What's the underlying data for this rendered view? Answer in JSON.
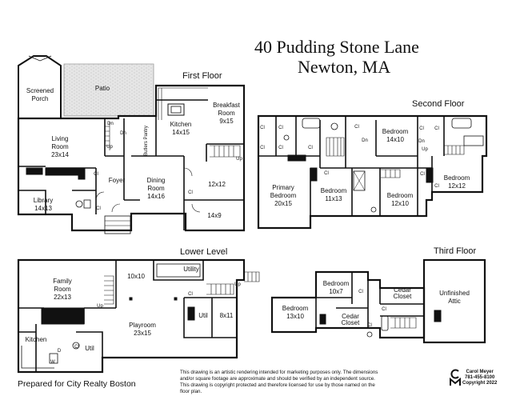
{
  "title": {
    "line1": "40 Pudding Stone Lane",
    "line2": "Newton, MA"
  },
  "floors": {
    "first": "First Floor",
    "second": "Second Floor",
    "lower": "Lower Level",
    "third": "Third Floor"
  },
  "rooms": {
    "screened_porch": [
      "Screened",
      "Porch"
    ],
    "patio": [
      "Patio"
    ],
    "living_room": [
      "Living",
      "Room",
      "23x14"
    ],
    "library": [
      "Library",
      "14x13"
    ],
    "foyer": [
      "Foyer"
    ],
    "dining_room": [
      "Dining",
      "Room",
      "14x16"
    ],
    "kitchen": [
      "Kitchen",
      "14x15"
    ],
    "breakfast_room": [
      "Breakfast",
      "Room",
      "9x15"
    ],
    "butlers_pantry": "Butlers Pantry",
    "room_12x12": [
      "12x12"
    ],
    "room_14x9": [
      "14x9"
    ],
    "primary_bedroom": [
      "Primary",
      "Bedroom",
      "20x15"
    ],
    "bedroom_11x13": [
      "Bedroom",
      "11x13"
    ],
    "bedroom_12x10": [
      "Bedroom",
      "12x10"
    ],
    "bedroom_14x10": [
      "Bedroom",
      "14x10"
    ],
    "bedroom_12x12": [
      "Bedroom",
      "12x12"
    ],
    "family_room": [
      "Family",
      "Room",
      "22x13"
    ],
    "room_10x10": [
      "10x10"
    ],
    "utility": [
      "Utility"
    ],
    "playroom": [
      "Playroom",
      "23x15"
    ],
    "util_a": [
      "Util"
    ],
    "room_8x11": [
      "8x11"
    ],
    "kitchen_ll": [
      "Kitchen"
    ],
    "util_b": [
      "Util"
    ],
    "bedroom_10x7": [
      "Bedroom",
      "10x7"
    ],
    "bedroom_13x10": [
      "Bedroom",
      "13x10"
    ],
    "cedar_closet_a": [
      "Cedar",
      "Closet"
    ],
    "cedar_closet_b": [
      "Cedar",
      "Closet"
    ],
    "unfinished_attic": [
      "Unfinished",
      "Attic"
    ]
  },
  "marks": {
    "closet": "Cl",
    "down": "Dn",
    "up": "Up",
    "dryer": "D",
    "washer": "W"
  },
  "footer": {
    "prepared_for": "Prepared for City Realty Boston",
    "disclaimer": [
      "This drawing is an artistic rendering intended for marketing purposes only.  The dimensions",
      "and/or square footage are approximate and should be verified by an independent source.",
      "This drawing is copyright protected and therefore licensed for use by those named on the",
      "floor plan."
    ],
    "brand_name": "Carol Meyer",
    "brand_phone": "781-455-8100",
    "brand_copyright": "Copyright 2022"
  }
}
